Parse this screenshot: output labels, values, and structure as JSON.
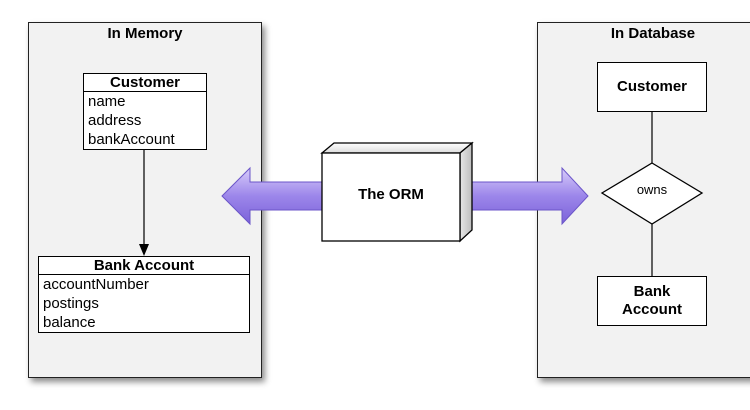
{
  "left_panel": {
    "title": "In Memory",
    "customer_class": {
      "name": "Customer",
      "attributes": [
        "name",
        "address",
        "bankAccount"
      ]
    },
    "bank_account_class": {
      "name": "Bank Account",
      "attributes": [
        "accountNumber",
        "postings",
        "balance"
      ]
    }
  },
  "center": {
    "label": "The ORM"
  },
  "right_panel": {
    "title": "In Database",
    "customer_entity": "Customer",
    "relationship": "owns",
    "bank_account_entity_line1": "Bank",
    "bank_account_entity_line2": "Account"
  },
  "colors": {
    "arrow_fill_light": "#c9b8f5",
    "arrow_fill_dark": "#7b62d9",
    "panel_bg": "#f2f2f2"
  }
}
